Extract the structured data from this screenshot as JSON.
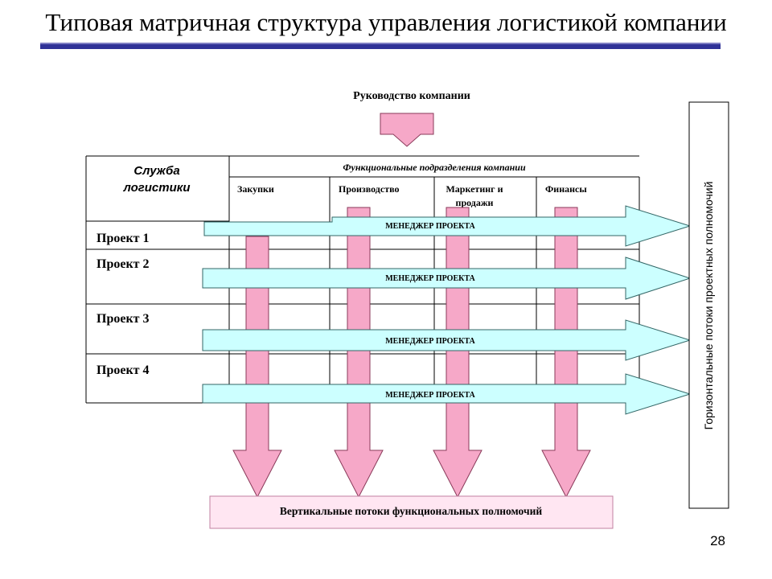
{
  "slide": {
    "title": "Типовая матричная структура управления логистикой компании",
    "page_number": "28"
  },
  "top_label": "Руководство компании",
  "service_header": [
    "Служба",
    "логистики"
  ],
  "functional_header": "Функциональные подразделения компании",
  "departments": [
    {
      "lines": [
        "Закупки"
      ]
    },
    {
      "lines": [
        "Производство"
      ]
    },
    {
      "lines": [
        "Маркетинг и",
        "продажи"
      ]
    },
    {
      "lines": [
        "Финансы"
      ]
    }
  ],
  "projects": [
    "Проект 1",
    "Проект 2",
    "Проект 3",
    "Проект 4"
  ],
  "manager_label": "МЕНЕДЖЕР ПРОЕКТА",
  "vertical_flows_label": "Вертикальные потоки функциональных полномочий",
  "horizontal_flows_label": "Горизонтальные потоки проектных полномочий",
  "colors": {
    "pink_fill": "#f6a8c8",
    "pink_stroke": "#8a3a5a",
    "cyan_fill": "#ccffff",
    "cyan_stroke": "#336666",
    "light_pink_fill": "#ffe6f2",
    "accent_rule": "#2f3297"
  }
}
